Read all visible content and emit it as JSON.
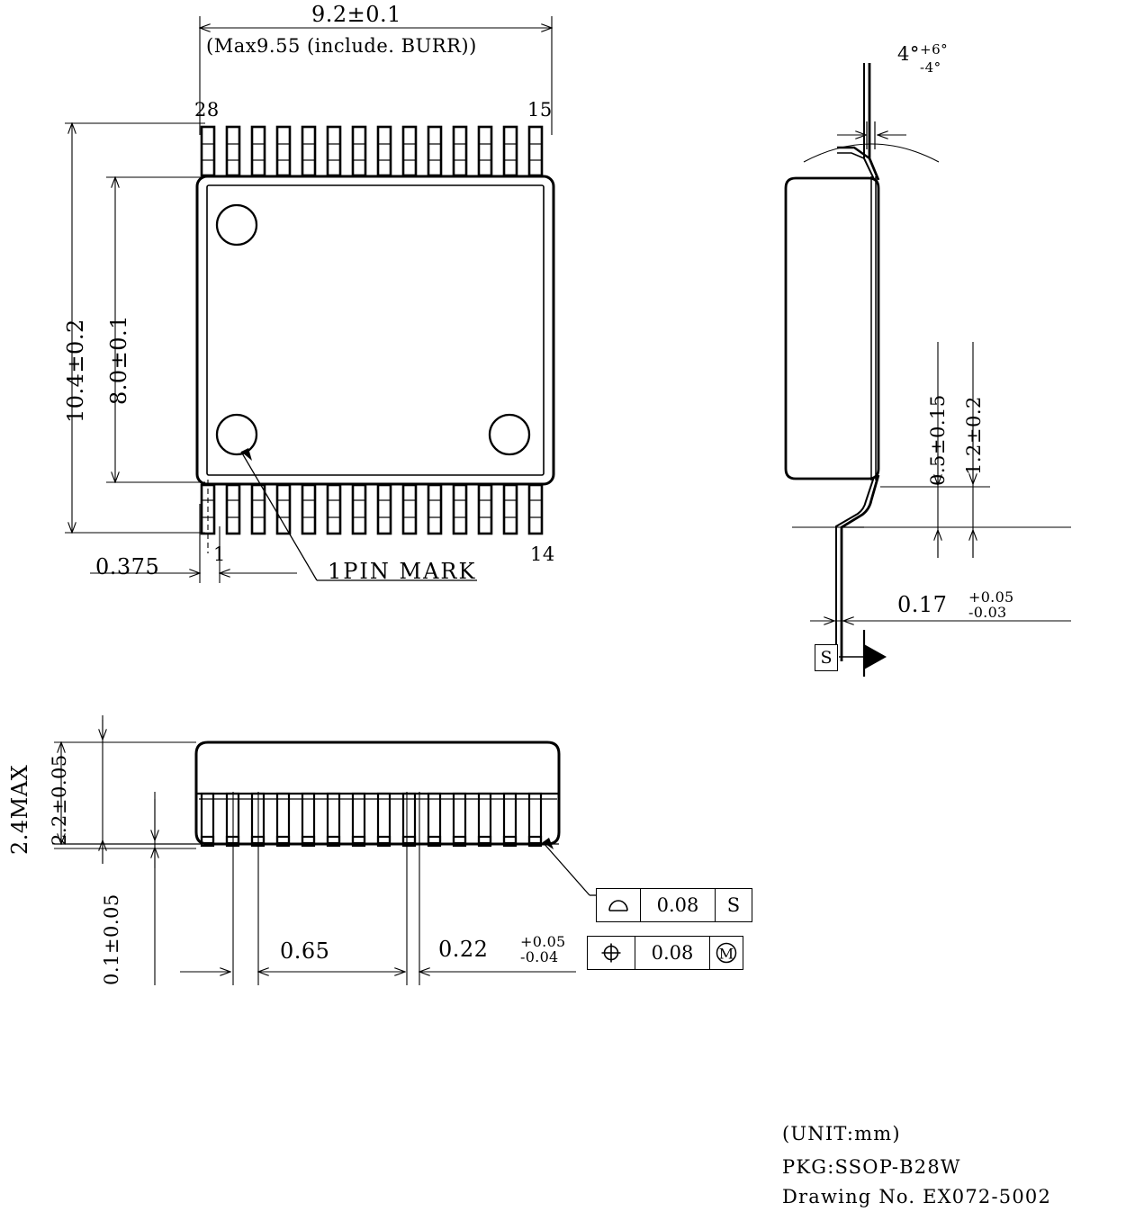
{
  "drawing": {
    "unit_note": "(UNIT:mm)",
    "package_label": "PKG:SSOP-B28W",
    "drawing_no": "Drawing No. EX072-5002"
  },
  "top_view": {
    "width_dim": "9.2±0.1",
    "width_note": "(Max9.55 (include. BURR))",
    "height_overall": "10.4±0.2",
    "height_body": "8.0±0.1",
    "pin_offset": "0.375",
    "pin_mark_label": "1PIN MARK",
    "pin_numbers": {
      "top_left": "28",
      "top_right": "15",
      "bottom_left": "1",
      "bottom_right": "14"
    },
    "pin_count_per_side": 14
  },
  "side_view": {
    "lead_angle": "4°",
    "lead_angle_plus": "+6°",
    "lead_angle_minus": "-4°",
    "stand_off": "0.5±0.15",
    "foot_length": "1.2±0.2",
    "lead_thickness": "0.17",
    "lead_thickness_plus": "+0.05",
    "lead_thickness_minus": "-0.03",
    "datum_label": "S"
  },
  "front_view": {
    "total_height": "2.4MAX",
    "body_height": "2.2±0.05",
    "stand_off": "0.1±0.05",
    "pitch": "0.65",
    "lead_width": "0.22",
    "lead_width_plus": "+0.05",
    "lead_width_minus": "-0.04",
    "gdt_flatness": {
      "symbol": "profile-surface-icon",
      "tolerance": "0.08",
      "datum": "S"
    },
    "gdt_position": {
      "symbol": "position-icon",
      "tolerance": "0.08",
      "modifier": "M"
    }
  },
  "colors": {
    "line": "#000000",
    "background": "#ffffff"
  }
}
